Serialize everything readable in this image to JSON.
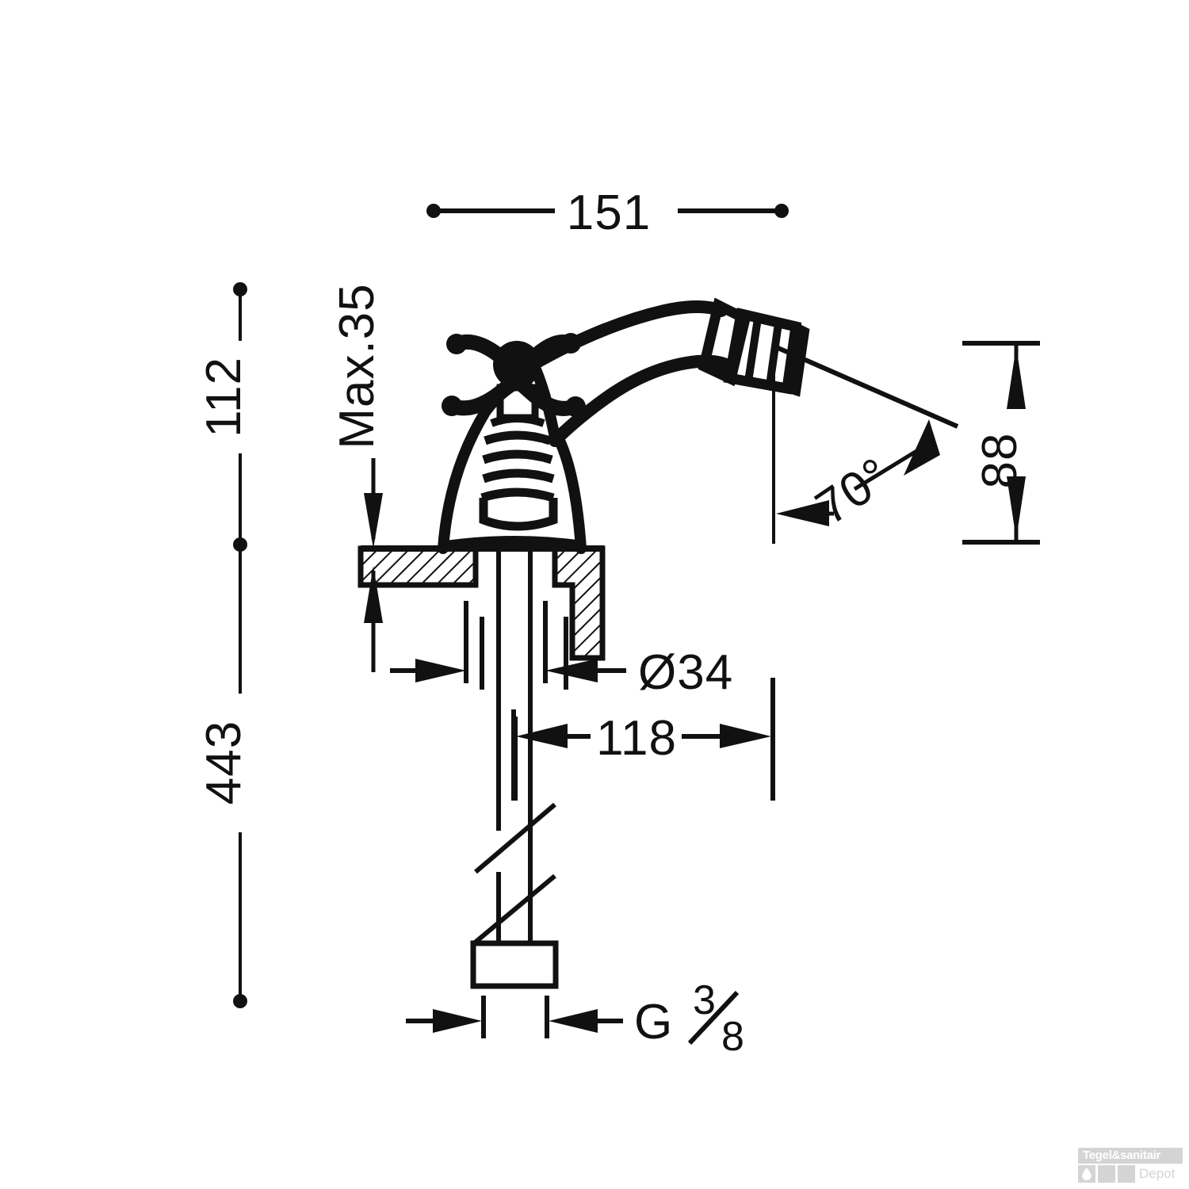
{
  "drawing": {
    "title": "bidet-mixer-tap-technical-dimension-drawing",
    "line_color": "#111111",
    "background_color": "#ffffff",
    "dimensions": {
      "width_151": "151",
      "height_112": "112",
      "height_443": "443",
      "max_35": "Max.35",
      "height_88": "88",
      "angle_70": "70°",
      "diameter_34": "Ø34",
      "length_118": "118",
      "thread_g": "G",
      "thread_numerator": "3",
      "thread_denominator": "8"
    }
  },
  "watermark": {
    "brand_line1": "Tegel&sanitair",
    "brand_line2": "Depot",
    "icon": "water-drop-icon",
    "color": "#d4d4d4"
  }
}
